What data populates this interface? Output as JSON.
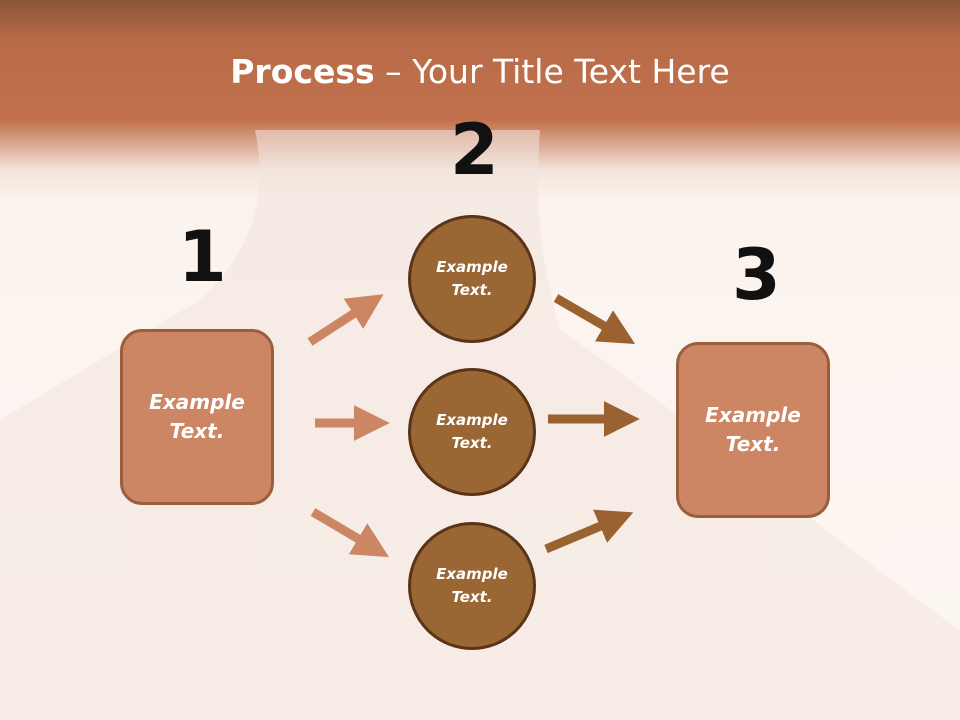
{
  "title": {
    "bold": "Process",
    "rest": " – Your Title Text Here"
  },
  "steps": {
    "one": "1",
    "two": "2",
    "three": "3"
  },
  "left_box": {
    "label": "Example\nText."
  },
  "right_box": {
    "label": "Example\nText."
  },
  "circles": [
    {
      "label": "Example\nText."
    },
    {
      "label": "Example\nText."
    },
    {
      "label": "Example\nText."
    }
  ],
  "colors": {
    "box_fill": "#cd8664",
    "circle_fill": "#996634",
    "arrow_left": "#cd8664",
    "arrow_right": "#9a6231"
  }
}
